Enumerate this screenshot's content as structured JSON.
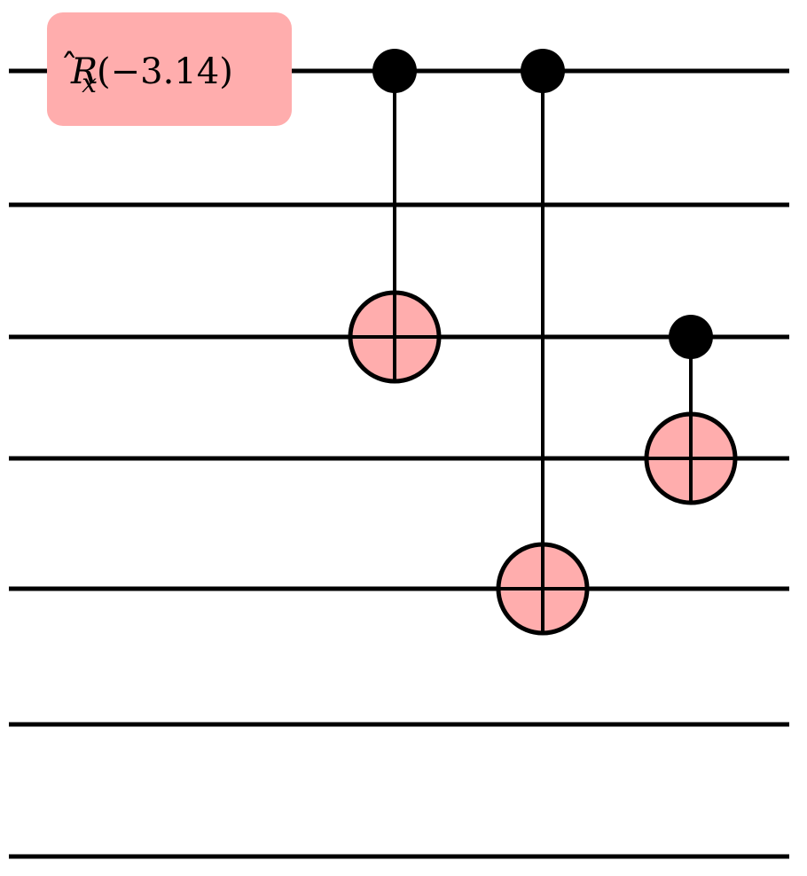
{
  "colors": {
    "wire": "#000000",
    "gate_fill": "#ffadad",
    "background": "#ffffff"
  },
  "circuit": {
    "qubits": 7,
    "gates": [
      {
        "id": "rx-gate",
        "type": "rotation",
        "symbol": "R",
        "hat": "̂",
        "axis": "x",
        "parameter": "(−3.14)",
        "target": 0,
        "step": 0
      },
      {
        "id": "cnot-1",
        "type": "cnot",
        "control": 0,
        "target": 2,
        "step": 1
      },
      {
        "id": "cnot-2",
        "type": "cnot",
        "control": 0,
        "target": 4,
        "step": 2
      },
      {
        "id": "cnot-3",
        "type": "cnot",
        "control": 2,
        "target": 3,
        "step": 3
      }
    ]
  }
}
